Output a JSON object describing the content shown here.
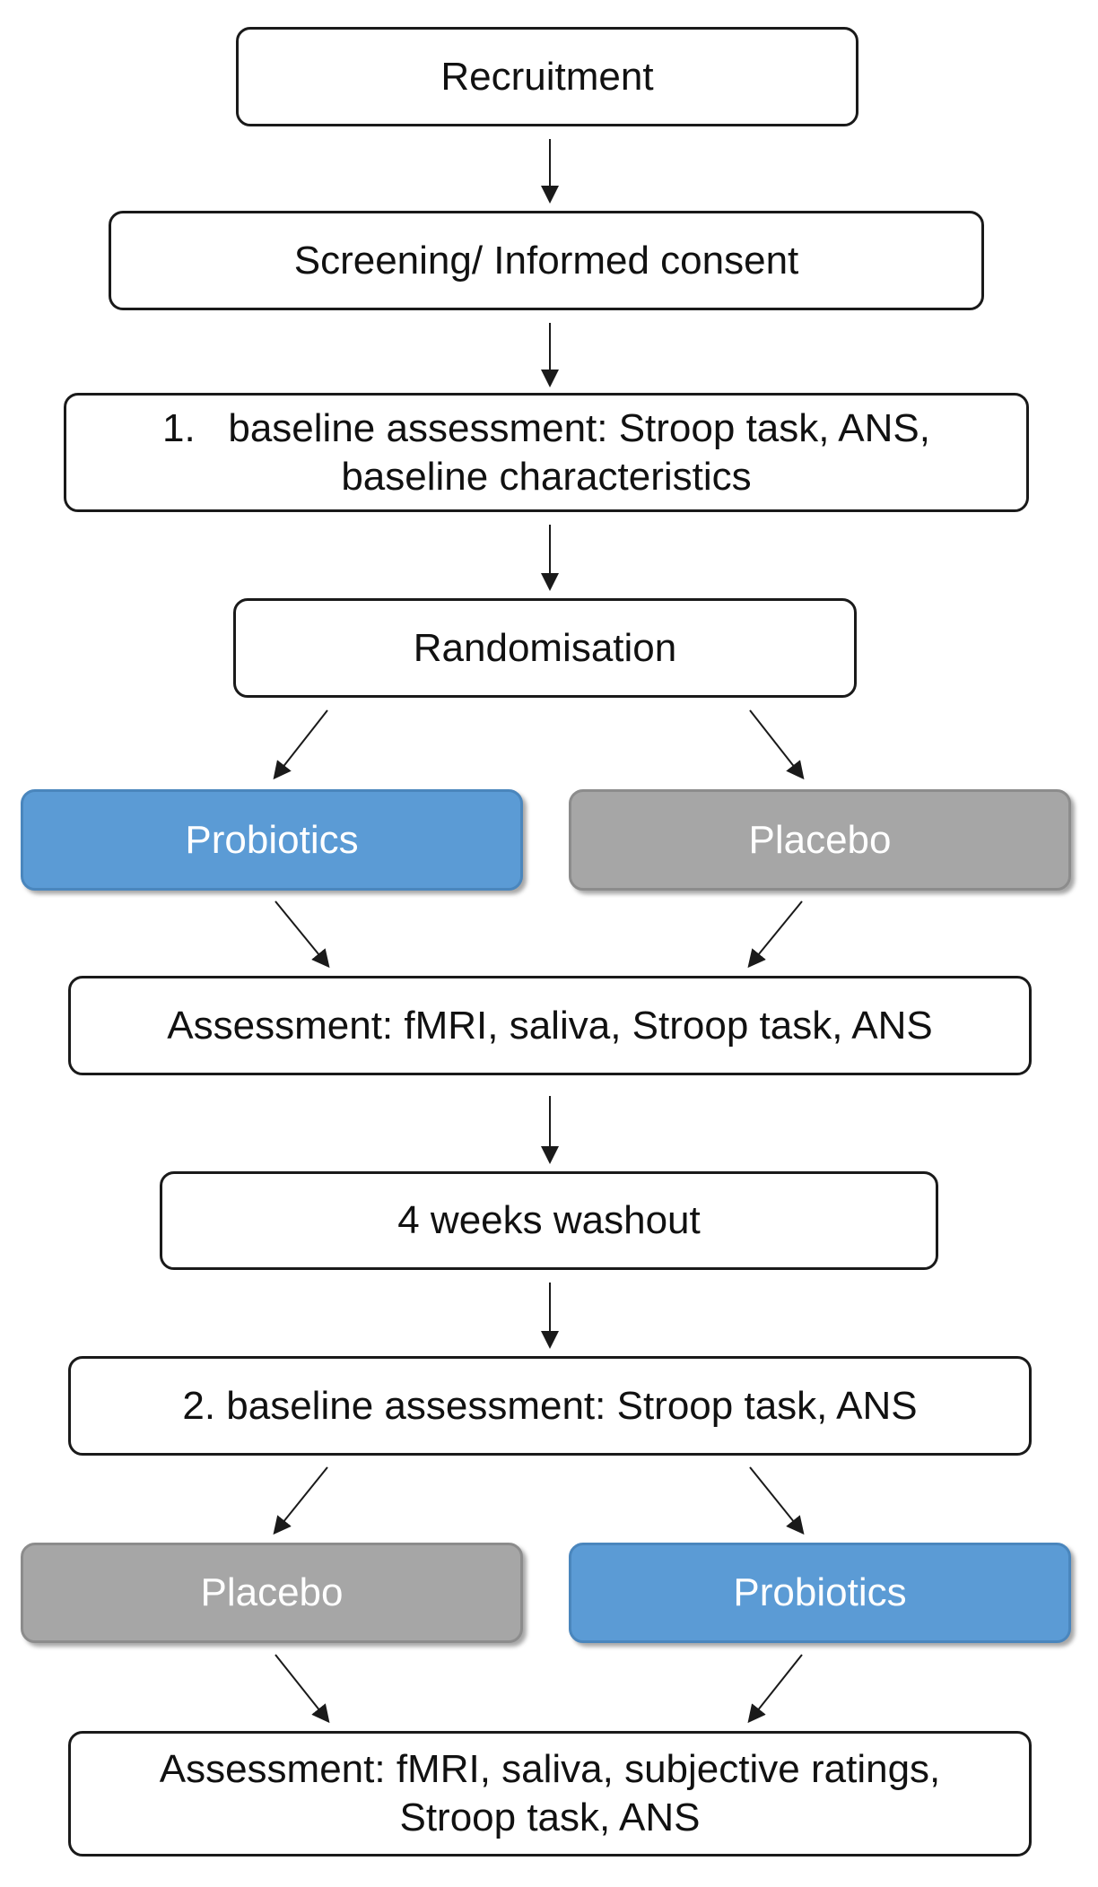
{
  "steps": {
    "recruitment": "Recruitment",
    "screening": "Screening/ Informed consent",
    "baseline1_line1": "1.   baseline assessment: Stroop task, ANS,",
    "baseline1_line2": "baseline characteristics",
    "randomisation": "Randomisation",
    "arm1_left": "Probiotics",
    "arm1_right": "Placebo",
    "assessment1": "Assessment: fMRI, saliva, Stroop task, ANS",
    "washout": "4 weeks washout",
    "baseline2": "2. baseline assessment: Stroop task, ANS",
    "arm2_left": "Placebo",
    "arm2_right": "Probiotics",
    "assessment2_line1": "Assessment: fMRI, saliva, subjective ratings,",
    "assessment2_line2": "Stroop task, ANS"
  },
  "colors": {
    "probiotics": "#5b9bd5",
    "placebo": "#a6a6a6",
    "border": "#1a1a1a"
  }
}
